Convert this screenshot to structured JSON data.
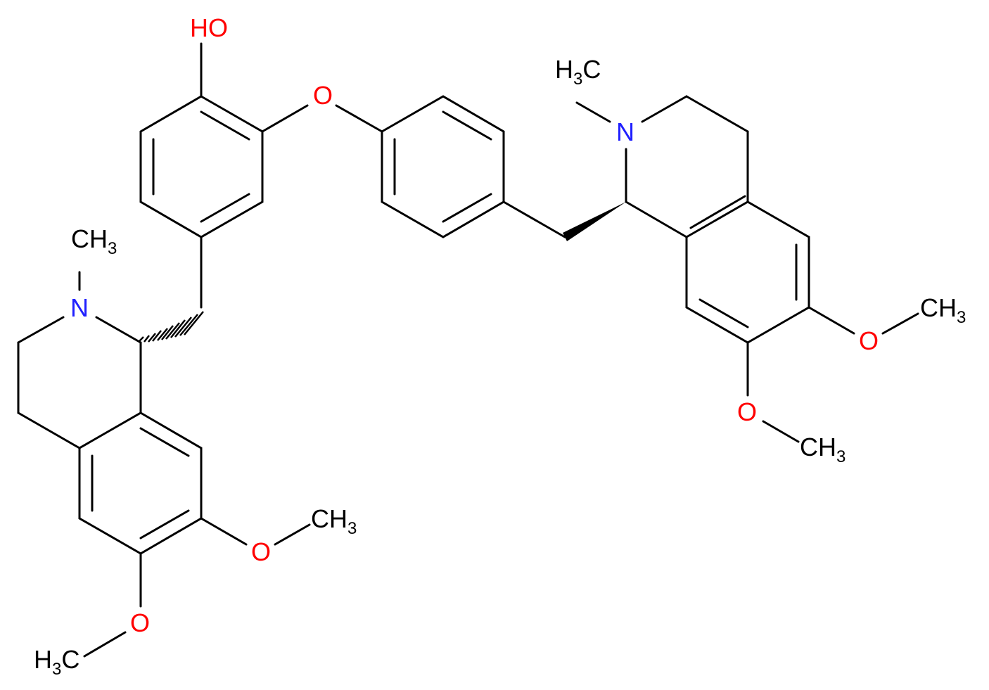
{
  "molecule": {
    "atom_labels": {
      "hydroxyl": "HO",
      "ether_oxygen": "O",
      "n_left": "N",
      "n_right": "N",
      "methyl_n_left": "CH3",
      "methyl_n_right": "H3C",
      "o_7_left": "O",
      "o_6_left": "O",
      "o_6_right": "O",
      "o_7_right": "O",
      "methoxy_7_left": "CH3",
      "methoxy_6_left": "H3C",
      "methoxy_6_right": "CH3",
      "methoxy_7_right": "CH3"
    },
    "colors": {
      "bond": "#000000",
      "oxygen": "#ff0000",
      "nitrogen": "#2020ff",
      "carbon_label": "#000000"
    }
  }
}
